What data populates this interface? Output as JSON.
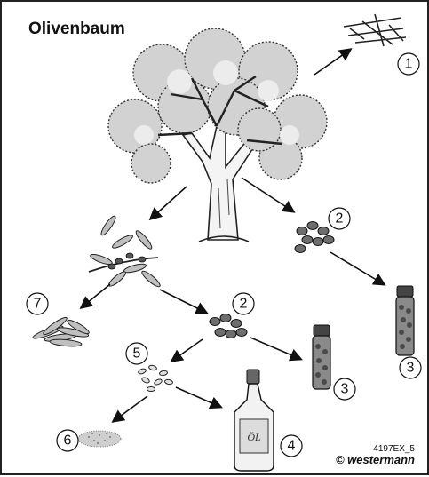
{
  "title": "Olivenbaum",
  "product_labels": [
    "1",
    "2",
    "3",
    "4",
    "5",
    "6",
    "7"
  ],
  "image_code": "4197EX_5",
  "credit": "© westermann",
  "bottle_lettering": "ÖL"
}
